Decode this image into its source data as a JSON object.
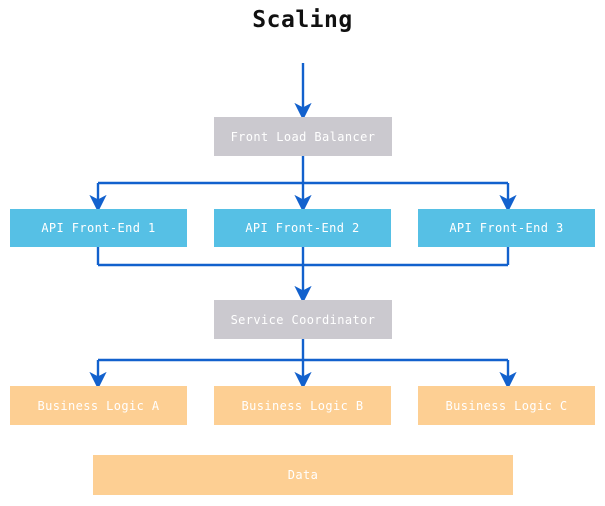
{
  "title": "Scaling",
  "colors": {
    "background": "#ffffff",
    "title_text": "#111111",
    "node_text": "#ffffff",
    "gray_node": "#cbc9cf",
    "blue_node": "#56c0e5",
    "orange_node": "#fdcf93",
    "arrow": "#1261cd"
  },
  "nodes": {
    "front_load_balancer": {
      "label": "Front Load Balancer",
      "color": "#cbc9cf"
    },
    "api_front_end_1": {
      "label": "API Front-End 1",
      "color": "#56c0e5"
    },
    "api_front_end_2": {
      "label": "API Front-End 2",
      "color": "#56c0e5"
    },
    "api_front_end_3": {
      "label": "API Front-End 3",
      "color": "#56c0e5"
    },
    "service_coordinator": {
      "label": "Service Coordinator",
      "color": "#cbc9cf"
    },
    "business_logic_a": {
      "label": "Business Logic A",
      "color": "#fdcf93"
    },
    "business_logic_b": {
      "label": "Business Logic B",
      "color": "#fdcf93"
    },
    "business_logic_c": {
      "label": "Business Logic C",
      "color": "#fdcf93"
    },
    "data": {
      "label": "Data",
      "color": "#fdcf93"
    }
  },
  "layers": [
    {
      "name": "entry",
      "items": []
    },
    {
      "name": "load-balancer",
      "items": [
        "front_load_balancer"
      ]
    },
    {
      "name": "api-front-ends",
      "items": [
        "api_front_end_1",
        "api_front_end_2",
        "api_front_end_3"
      ]
    },
    {
      "name": "coordinator",
      "items": [
        "service_coordinator"
      ]
    },
    {
      "name": "business-logic",
      "items": [
        "business_logic_a",
        "business_logic_b",
        "business_logic_c"
      ]
    },
    {
      "name": "storage",
      "items": [
        "data"
      ]
    }
  ],
  "edges": [
    {
      "from": "entry",
      "to": "front_load_balancer"
    },
    {
      "from": "front_load_balancer",
      "to": "api_front_end_1"
    },
    {
      "from": "front_load_balancer",
      "to": "api_front_end_2"
    },
    {
      "from": "front_load_balancer",
      "to": "api_front_end_3"
    },
    {
      "from": "api_front_end_1",
      "to": "service_coordinator"
    },
    {
      "from": "api_front_end_2",
      "to": "service_coordinator"
    },
    {
      "from": "api_front_end_3",
      "to": "service_coordinator"
    },
    {
      "from": "service_coordinator",
      "to": "business_logic_a"
    },
    {
      "from": "service_coordinator",
      "to": "business_logic_b"
    },
    {
      "from": "service_coordinator",
      "to": "business_logic_c"
    }
  ]
}
